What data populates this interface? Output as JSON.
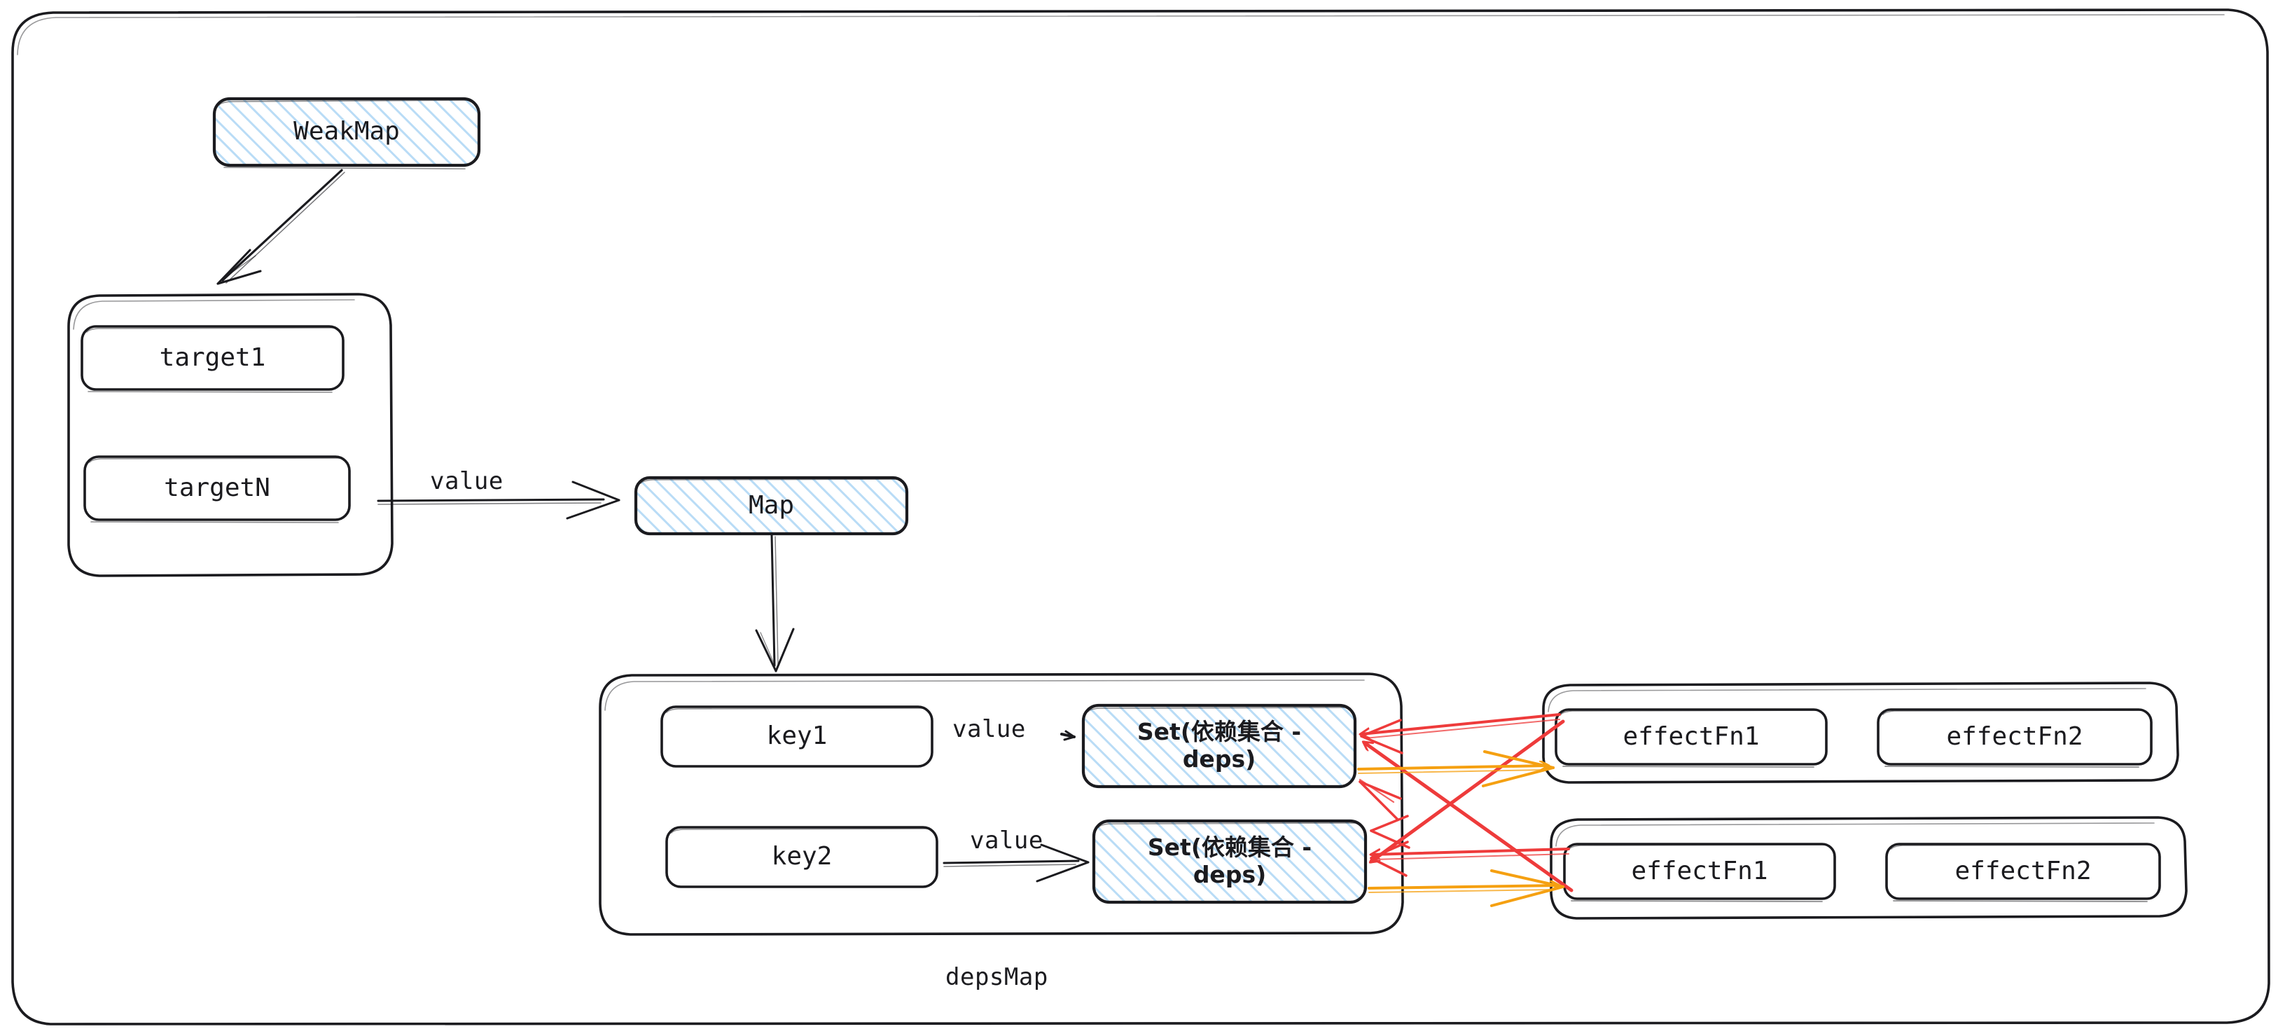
{
  "diagram": {
    "title_hidden": "",
    "colors": {
      "stroke": "#1b1b1f",
      "hatch_fill": "#cfe4f7",
      "hatch_bg": "#ffffff",
      "arrow_red": "#ee3b3b",
      "arrow_orange": "#f5a011",
      "arrow_black": "#1b1b1f",
      "page_bg": "#ffffff"
    },
    "nodes": {
      "weakmap": {
        "label": "WeakMap",
        "style": "hatched"
      },
      "target1": {
        "label": "target1",
        "style": "plain"
      },
      "targetN": {
        "label": "targetN",
        "style": "plain"
      },
      "map": {
        "label": "Map",
        "style": "hatched"
      },
      "key1": {
        "label": "key1",
        "style": "plain"
      },
      "key2": {
        "label": "key2",
        "style": "plain"
      },
      "set1": {
        "label": "Set(依赖集合 -\ndeps)",
        "style": "hatched"
      },
      "set2": {
        "label": "Set(依赖集合 -\ndeps)",
        "style": "hatched"
      },
      "effect_a1": {
        "label": "effectFn1",
        "style": "plain"
      },
      "effect_a2": {
        "label": "effectFn2",
        "style": "plain"
      },
      "effect_b1": {
        "label": "effectFn1",
        "style": "plain"
      },
      "effect_b2": {
        "label": "effectFn2",
        "style": "plain"
      }
    },
    "group_labels": {
      "depsmap": "depsMap"
    },
    "edge_labels": {
      "target_to_map": "value",
      "key1_to_set1": "value",
      "key2_to_set2": "value"
    }
  }
}
